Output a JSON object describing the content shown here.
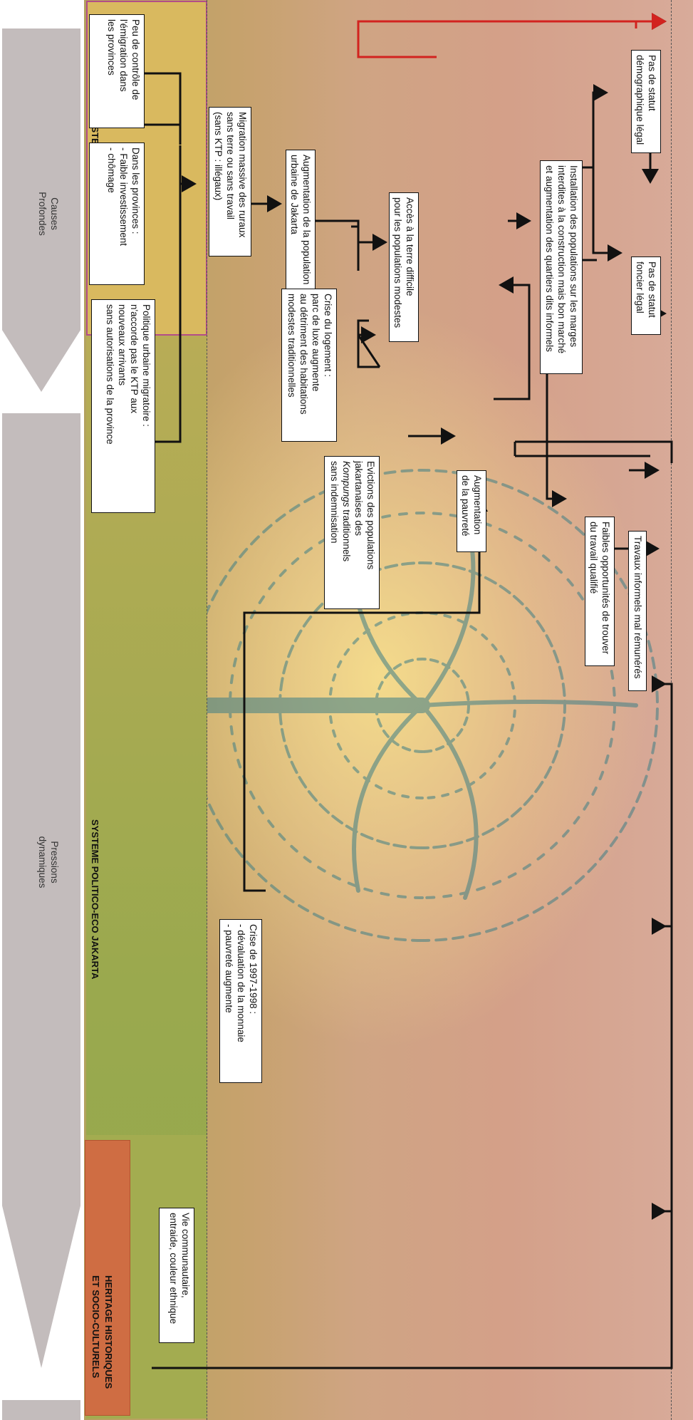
{
  "bands": {
    "province": "SYSTEME POLITICO-ECO PROVINCE",
    "jakarta": "SYSTEME POLITICO-ECO JAKARTA",
    "heritage_line1": "HERITAGE HISTORIQUES",
    "heritage_line2": "ET SOCIO-CULTURELS"
  },
  "stages": {
    "causes_line1": "Causes",
    "causes_line2": "Profondes",
    "pressions_line1": "Pressions",
    "pressions_line2": "dynamiques"
  },
  "boxes": {
    "peu_controle": [
      "Peu de contrôle de",
      "l'émigration dans",
      "les provinces"
    ],
    "provinces": [
      "Dans les provinces :",
      "- Faible investissement",
      "- chômage"
    ],
    "politique": [
      "Politique urbaine migratoire :",
      "n'accorde pas le KTP aux",
      "nouveaux arrivants",
      "sans autorisations de la province"
    ],
    "crise_9798": [
      "Crise de 1997-1998 :",
      "- dévaluation de la monnaie",
      "- pauvreté augmente"
    ],
    "vie_communautaire": [
      "Vie communautaire,",
      "entraide, couleur ethnique"
    ],
    "migration": [
      "Migration massive des ruraux",
      "sans terre ou sans travail",
      "(sans KTP : illégaux)"
    ],
    "augmentation_pop": [
      "Augmentation de la population",
      "urbaine de Jakarta"
    ],
    "crise_logement": [
      "Crise du logement :",
      "parc de luxe augmente",
      "au détriment des habitations",
      "modestes traditionnelles"
    ],
    "evictions_1": "Evictions des populations",
    "evictions_2": "jakartanaises des",
    "evictions_3a": "Kompungs",
    "evictions_3b": " traditionnels",
    "evictions_4": "sans indemnisation",
    "acces_terre": [
      "Accès à la terre difficile",
      "pour les populations modestes"
    ],
    "augmentation_pauvrete": [
      "Augmentation",
      "de la pauvreté"
    ],
    "installation": [
      "Installation des populations sur les marges",
      "interdites à la construction mais bon marché",
      "et augmentation des quartiers dits informels"
    ],
    "statut_demo": [
      "Pas de statut",
      "démographique légal"
    ],
    "statut_foncier": [
      "Pas de statut",
      "foncier légal"
    ],
    "faibles_opp": [
      "Faibles opportunités de trouver",
      "du travail qualifié"
    ],
    "travaux": "Travaux informels mal rémunérés"
  }
}
